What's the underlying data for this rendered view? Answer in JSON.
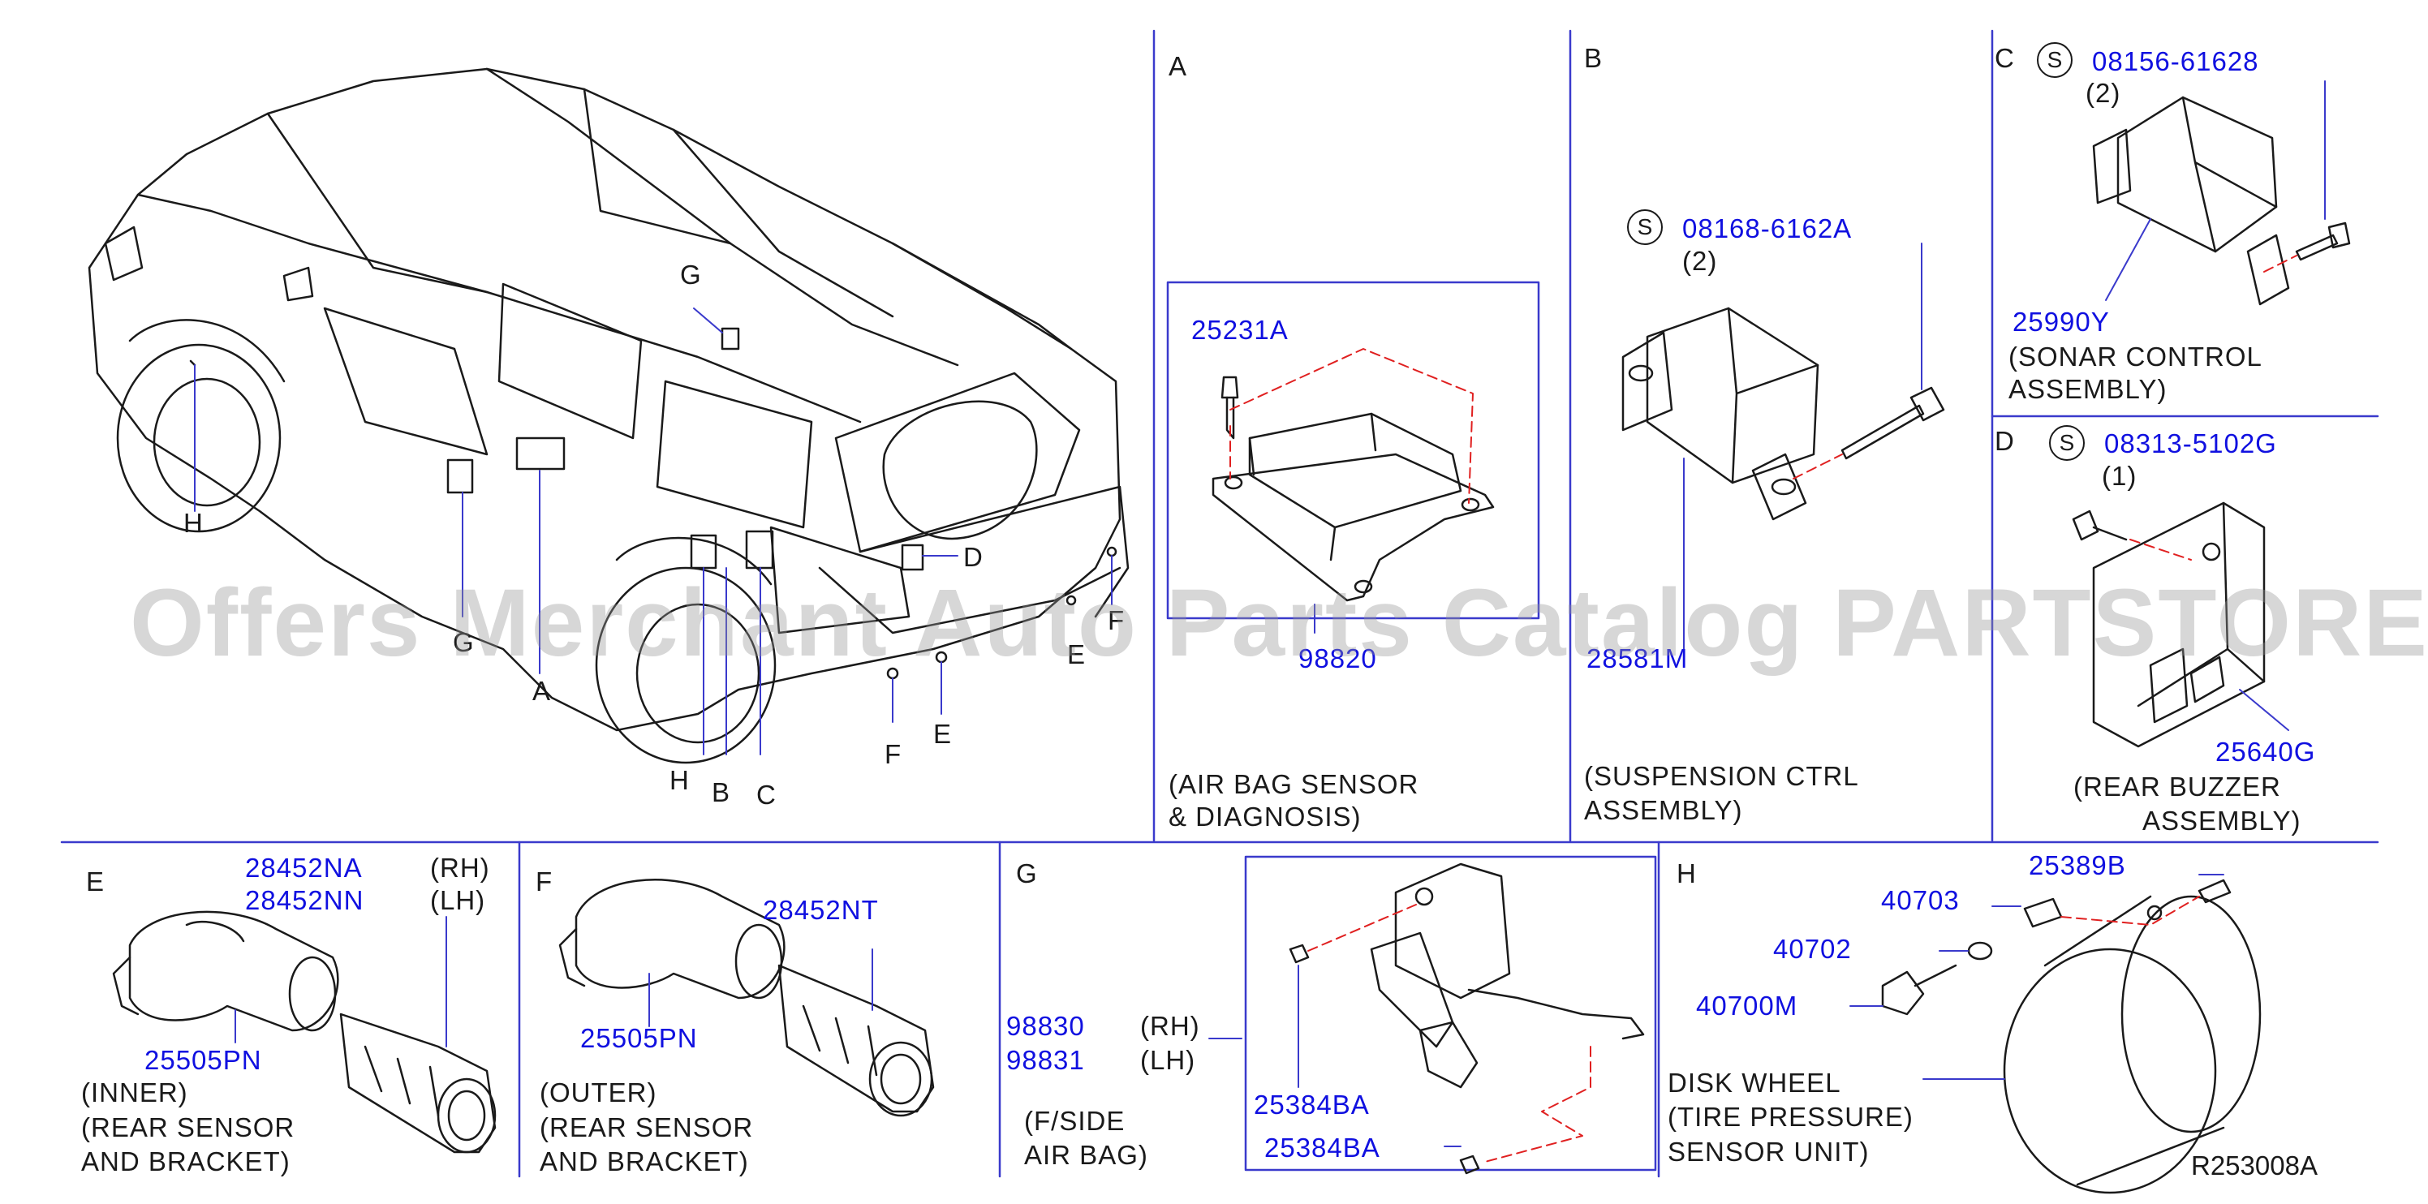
{
  "watermark": "Offers Merchant Auto Parts Catalog PARTSTORE SA",
  "diagram_ref": "R253008A",
  "vehicle": {
    "callouts": [
      "G",
      "H",
      "G",
      "A",
      "D",
      "H",
      "B",
      "C",
      "F",
      "E",
      "E",
      "F"
    ]
  },
  "section_a": {
    "letter": "A",
    "parts": [
      "25231A",
      "98820"
    ],
    "caption": [
      "(AIR BAG SENSOR",
      "& DIAGNOSIS)"
    ]
  },
  "section_b": {
    "letter": "B",
    "s_symbol": "S",
    "bolt_part": "08168-6162A",
    "bolt_qty": "(2)",
    "part": "28581M",
    "caption": [
      "(SUSPENSION CTRL",
      "ASSEMBLY)"
    ]
  },
  "section_c": {
    "letter": "C",
    "s_symbol": "S",
    "bolt_part": "08156-61628",
    "bolt_qty": "(2)",
    "part": "25990Y",
    "caption": [
      "(SONAR CONTROL",
      "ASSEMBLY)"
    ]
  },
  "section_d": {
    "letter": "D",
    "s_symbol": "S",
    "bolt_part": "08313-5102G",
    "bolt_qty": "(1)",
    "part": "25640G",
    "caption": [
      "(REAR BUZZER",
      "ASSEMBLY)"
    ]
  },
  "section_e": {
    "letter": "E",
    "part_rh": "28452NA",
    "part_lh": "28452NN",
    "rh": "(RH)",
    "lh": "(LH)",
    "sensor_part": "25505PN",
    "caption": [
      "(INNER)",
      "(REAR SENSOR",
      "AND BRACKET)"
    ]
  },
  "section_f": {
    "letter": "F",
    "bracket_part": "28452NT",
    "sensor_part": "25505PN",
    "caption": [
      "(OUTER)",
      "(REAR SENSOR",
      "AND BRACKET)"
    ]
  },
  "section_g": {
    "letter": "G",
    "part_rh": "98830",
    "part_lh": "98831",
    "rh": "(RH)",
    "lh": "(LH)",
    "nut_part_1": "25384BA",
    "nut_part_2": "25384BA",
    "caption": [
      "(F/SIDE",
      "AIR BAG)"
    ]
  },
  "section_h": {
    "letter": "H",
    "parts": [
      "25389B",
      "40703",
      "40702",
      "40700M"
    ],
    "caption": [
      "DISK WHEEL",
      "(TIRE PRESSURE)",
      "SENSOR UNIT)"
    ]
  }
}
